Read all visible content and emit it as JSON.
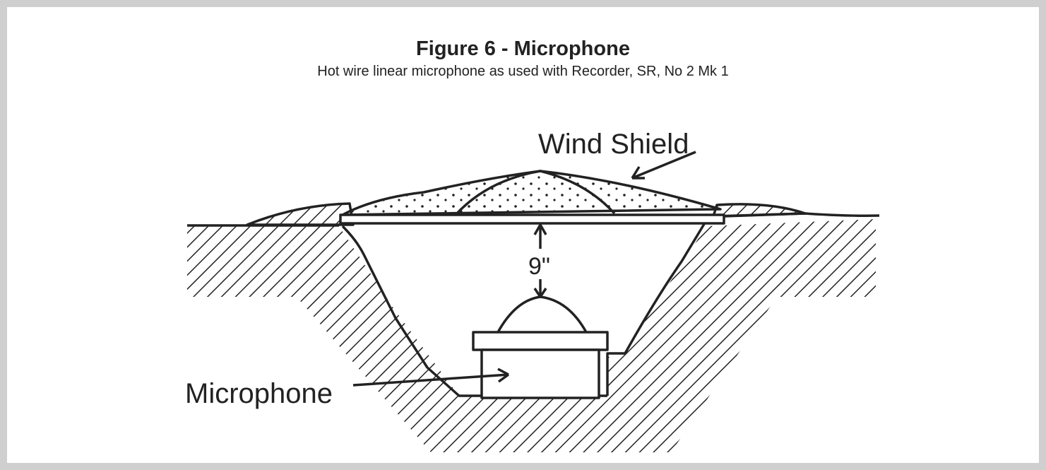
{
  "figure": {
    "title": "Figure 6 - Microphone",
    "subtitle": "Hot wire linear microphone as used with Recorder, SR, No 2 Mk 1"
  },
  "labels": {
    "wind_shield": "Wind Shield",
    "microphone": "Microphone",
    "distance": "9\""
  },
  "colors": {
    "border": "#cfcfcf",
    "ink": "#222222",
    "paper": "#ffffff"
  }
}
